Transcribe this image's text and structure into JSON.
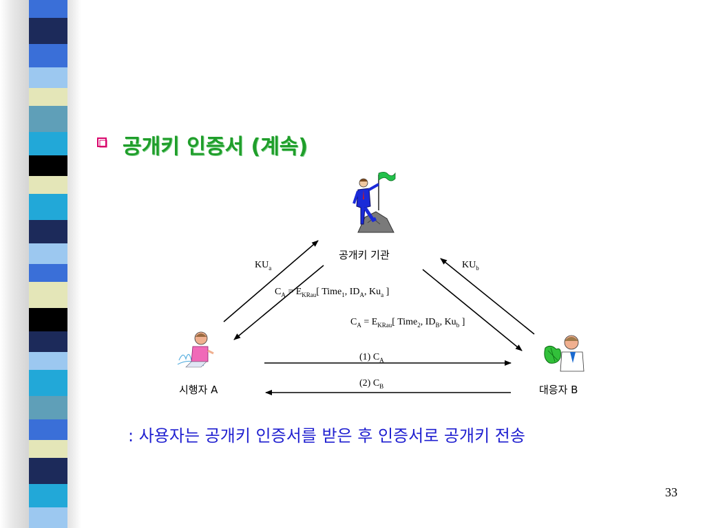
{
  "slide": {
    "title": "공개키 인증서 (계속)",
    "caption": ": 사용자는 공개키 인증서를 받은 후 인증서로 공개키 전송",
    "page_number": "33"
  },
  "diagram": {
    "authority_label": "공개키 기관",
    "user_a_label": "시행자 A",
    "user_b_label": "대응자 B",
    "ku_a": {
      "main": "KU",
      "sub": "a"
    },
    "ku_b": {
      "main": "KU",
      "sub": "b"
    },
    "cert_a": {
      "c": "C",
      "c_sub": "A",
      "eq": " = E",
      "e_sub": "KRau",
      "time": "[ Time",
      "time_sub": "1",
      "id": ", ID",
      "id_sub": "A",
      "ku": ", Ku",
      "ku_sub": "a",
      "close": " ]"
    },
    "cert_b": {
      "c": "C",
      "c_sub": "A",
      "eq": " = E",
      "e_sub": "KRau",
      "time": "[ Time",
      "time_sub": "2",
      "id": ", ID",
      "id_sub": "B",
      "ku": ", Ku",
      "ku_sub": "b",
      "close": " ]"
    },
    "msg1": {
      "main": "(1) C",
      "sub": "A"
    },
    "msg2": {
      "main": "(2) C",
      "sub": "B"
    }
  },
  "colors": {
    "title": "#1f9e2a",
    "caption": "#1f1fd0",
    "bullet": "#d8006a",
    "stripes": [
      "#3a6fd8",
      "#1c2a5a",
      "#e4e6b8",
      "#5f9fb8",
      "#22a8d8",
      "#000000",
      "#9cc8f0"
    ]
  },
  "icons": [
    "bullet-square-icon",
    "ca-person-flag-icon",
    "person-a-icon",
    "person-b-icon"
  ]
}
